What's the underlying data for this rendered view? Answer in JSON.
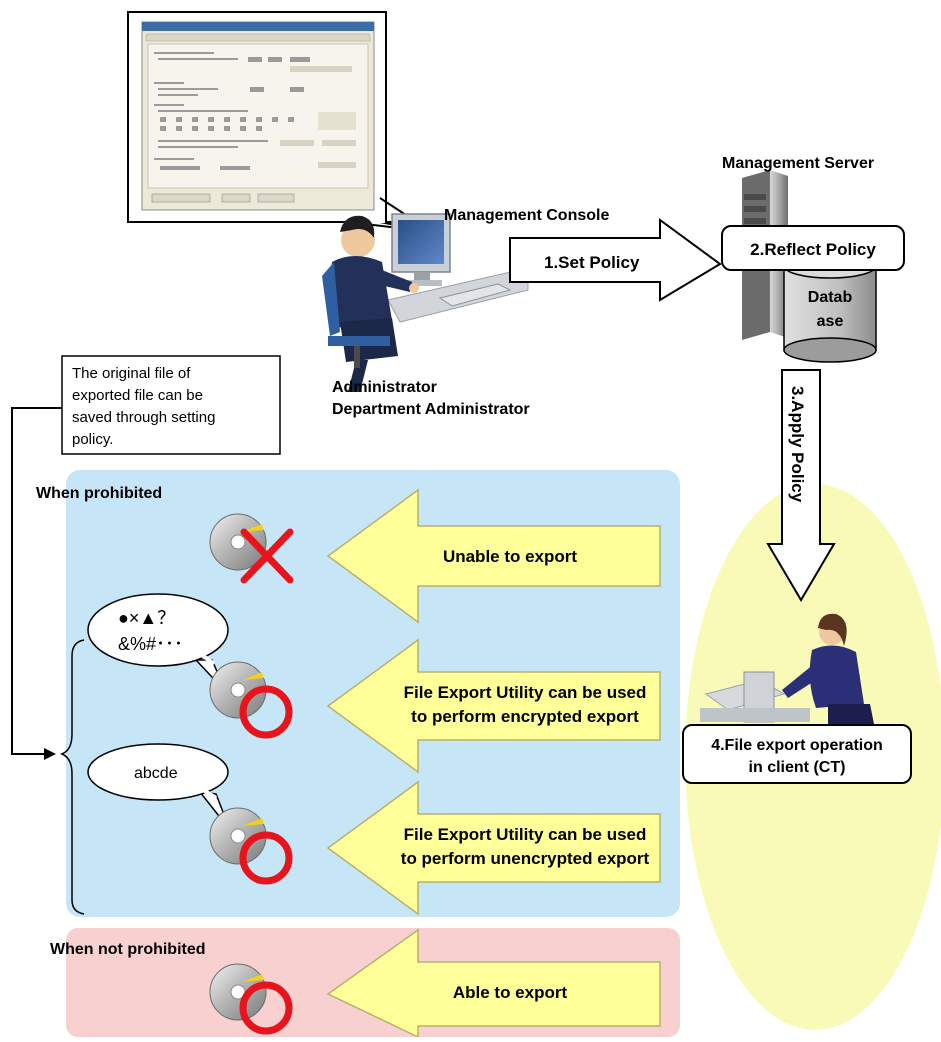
{
  "console_window": {
    "title_bar": "",
    "tabs": [],
    "buttons": []
  },
  "labels": {
    "management_console": "Management Console",
    "management_server": "Management Server",
    "administrator": "Administrator",
    "department_administrator": "Department Administrator",
    "database_line1": "Datab",
    "database_line2": "ase"
  },
  "steps": {
    "set_policy": "1.Set Policy",
    "reflect_policy": "2.Reflect Policy",
    "apply_policy": "3.Apply Policy",
    "client_line1": "4.File export operation",
    "client_line2": "in client (CT)"
  },
  "note": {
    "lines": [
      "The original file of",
      "exported file can be",
      "saved through setting",
      "policy."
    ]
  },
  "sections": {
    "prohibited_heading": "When prohibited",
    "not_prohibited_heading": "When not prohibited"
  },
  "arrows": {
    "unable": "Unable to export",
    "encrypted_line1": "File Export Utility can be used",
    "encrypted_line2": "to perform encrypted export",
    "unencrypted_line1": "File Export Utility can be used",
    "unencrypted_line2": "to perform unencrypted export",
    "able": "Able to export"
  },
  "bubbles": {
    "encrypted_line1": "●×▲？",
    "encrypted_line2": "&%#･･･",
    "plain": "abcde"
  },
  "colors": {
    "prohibited_bg": "#c6e6f7",
    "not_prohibited_bg": "#f8d0d0",
    "client_ellipse": "#fafab8",
    "arrow_fill": "#ffff99",
    "mark_red": "#e8141c"
  },
  "icons": {
    "disc": "cd-disc-icon",
    "prohibited_mark": "red-x-mark",
    "allowed_mark": "red-circle-mark"
  }
}
